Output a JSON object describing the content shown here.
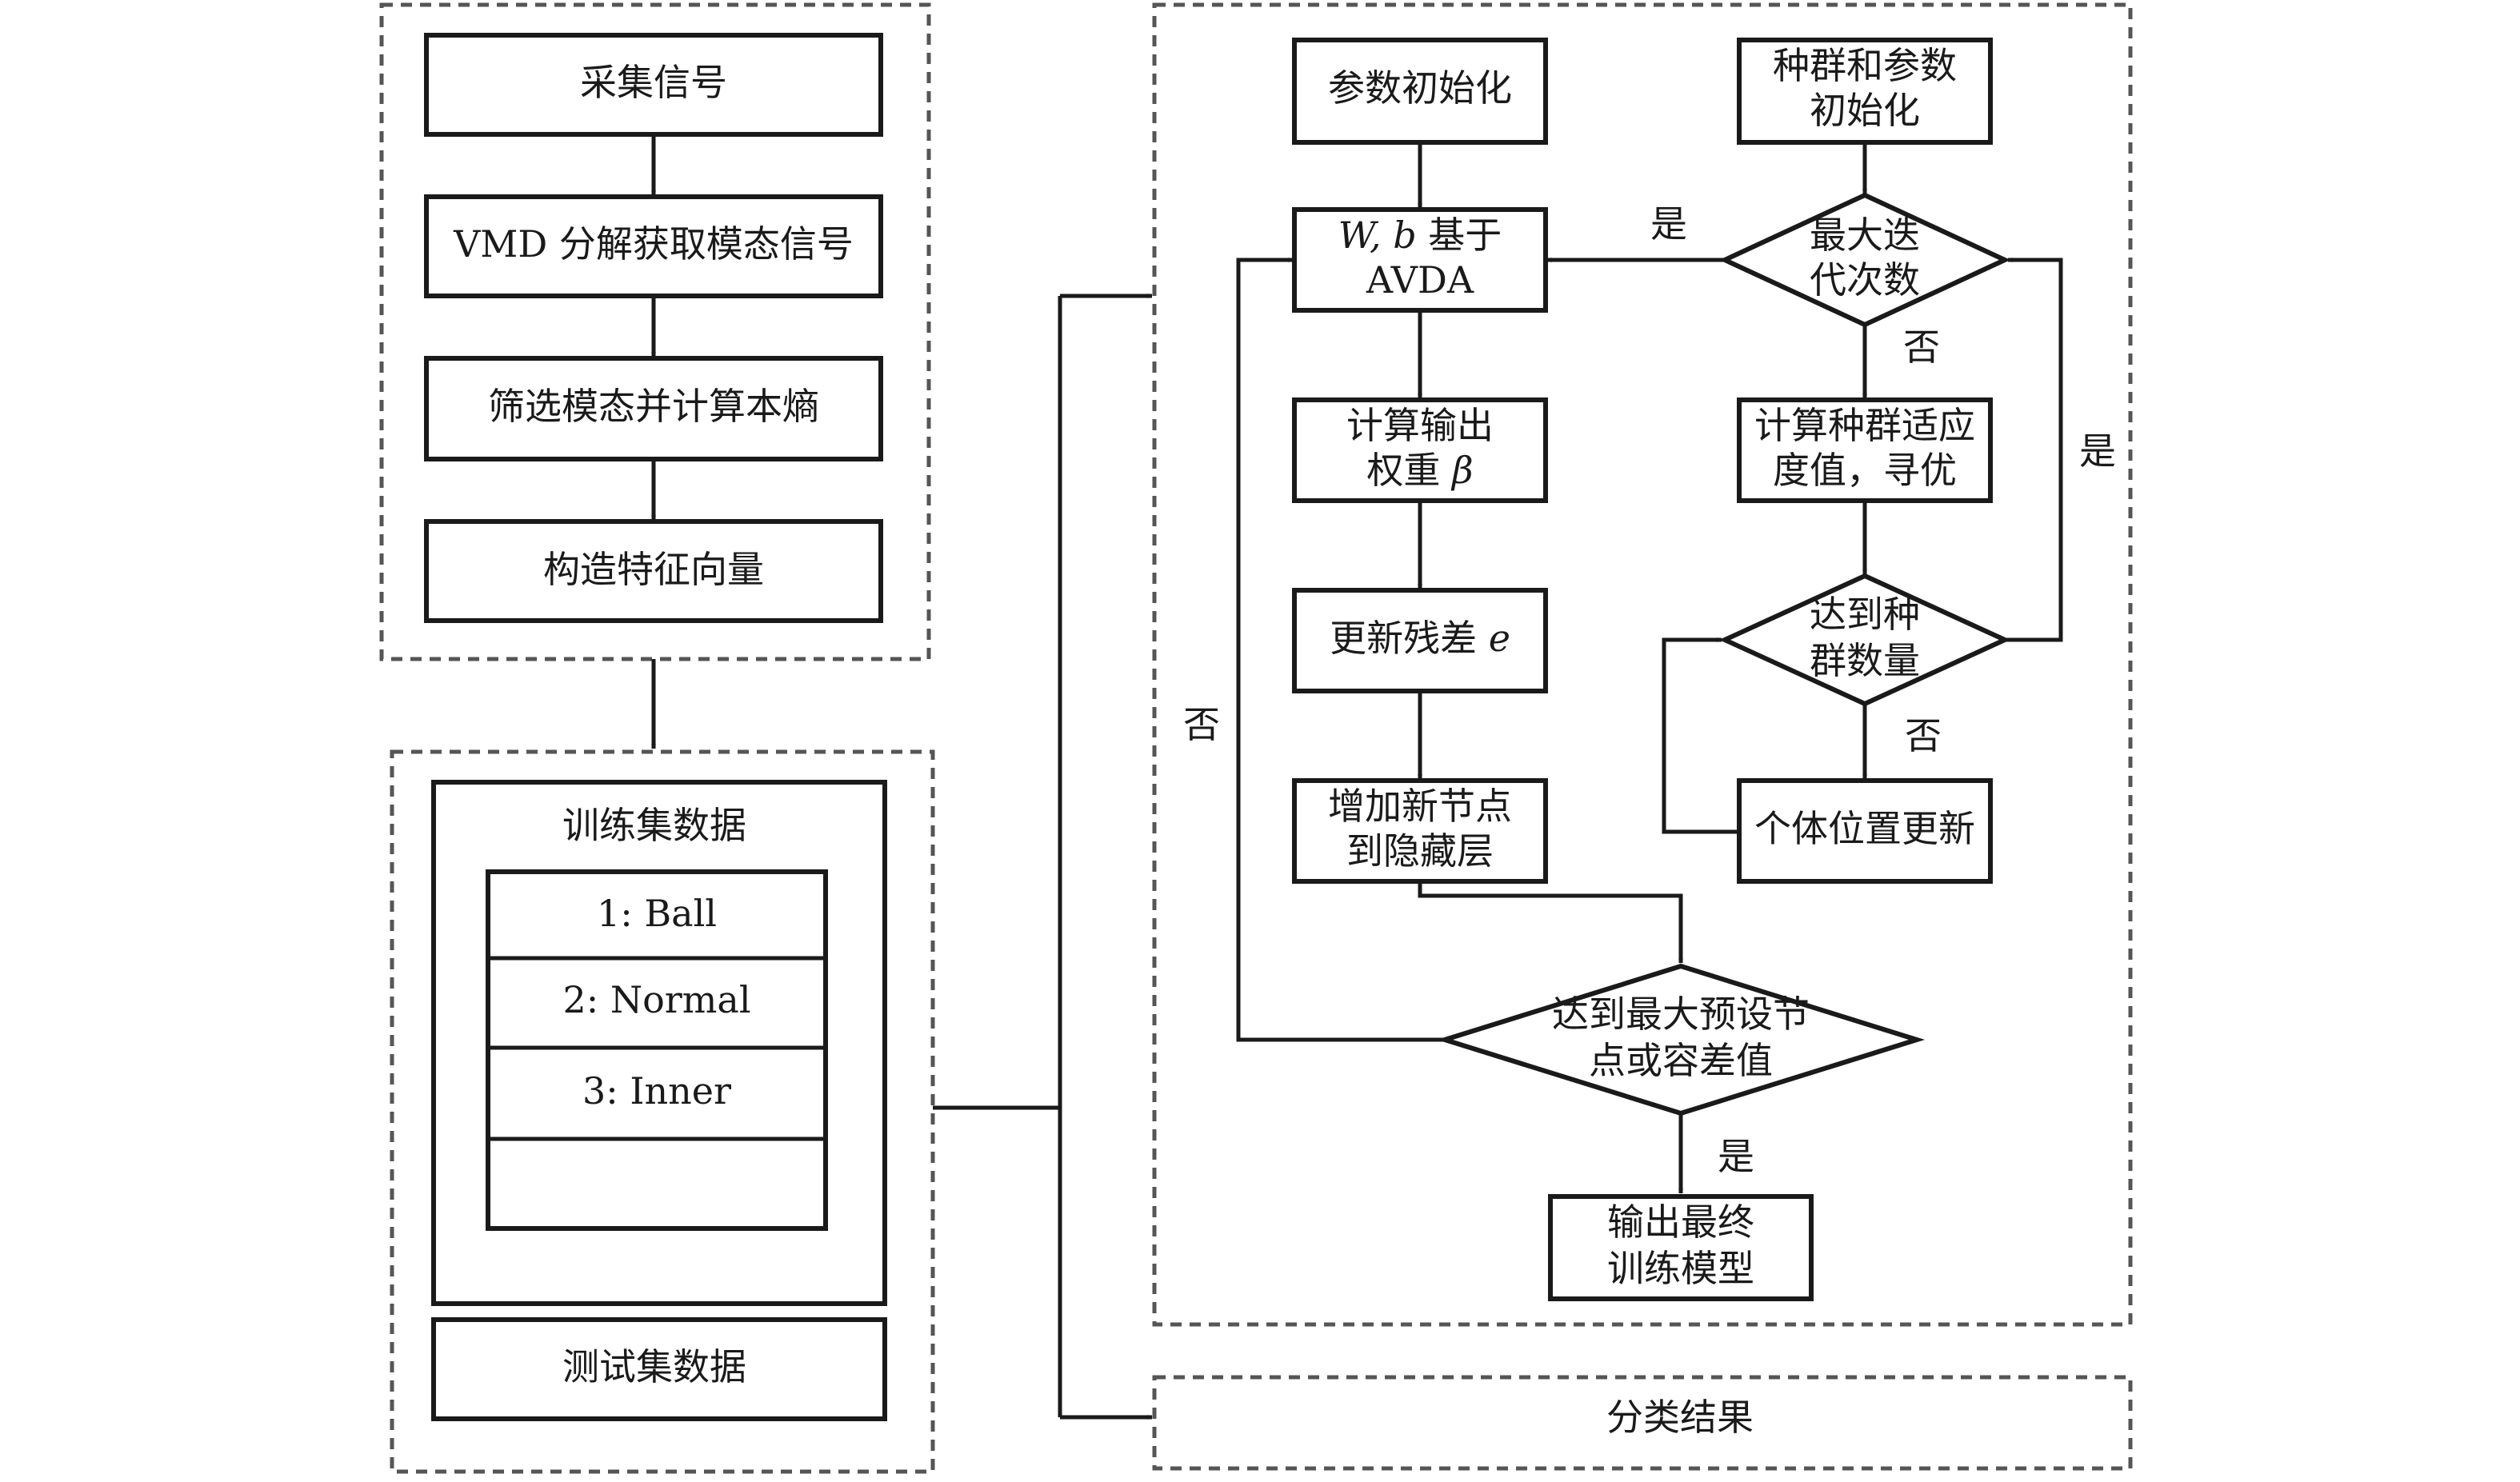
{
  "left_pipeline": {
    "step1": "采集信号",
    "step2": "VMD 分解获取模态信号",
    "step3": "筛选模态并计算本熵",
    "step4": "构造特征向量"
  },
  "dataset": {
    "train_title": "训练集数据",
    "rows": [
      "1: Ball",
      "2: Normal",
      "3: Inner",
      ""
    ],
    "test_title": "测试集数据"
  },
  "model": {
    "param_init": "参数初始化",
    "pop_init": [
      "种群和参数",
      "初始化"
    ],
    "wb_line1_vars": "W, b",
    "wb_line1_text": " 基于",
    "wb_line2": "AVDA",
    "max_iter": [
      "最大迭",
      "代次数"
    ],
    "calc_out": [
      "计算输出",
      "权重 "
    ],
    "beta": "β",
    "fitness": [
      "计算种群适应",
      "度值，寻优"
    ],
    "residual_text": "更新残差 ",
    "residual_var": "e",
    "pop_count": [
      "达到种",
      "群数量"
    ],
    "add_node": [
      "增加新节点",
      "到隐藏层"
    ],
    "indiv_update": "个体位置更新",
    "max_node": [
      "达到最大预设节",
      "点或容差值"
    ],
    "final_model": [
      "输出最终",
      "训练模型"
    ],
    "yes": "是",
    "no": "否"
  },
  "result": "分类结果"
}
